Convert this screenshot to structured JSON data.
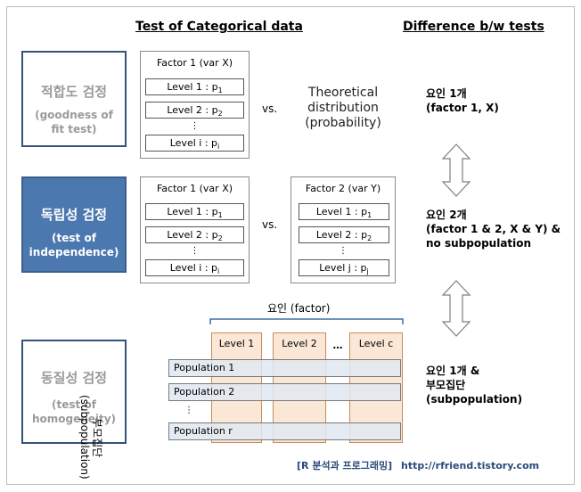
{
  "headers": {
    "left": "Test of Categorical data",
    "right": "Difference b/w tests"
  },
  "tests": [
    {
      "ko": "적합도 검정",
      "en1": "(goodness of",
      "en2": "fit test)"
    },
    {
      "ko": "독립성 검정",
      "en1": "(test of",
      "en2": "independence)"
    },
    {
      "ko": "동질성 검정",
      "en1": "(test of",
      "en2": "homogeneity)"
    }
  ],
  "gof": {
    "factor_title": "Factor 1 (var X)",
    "levels": [
      {
        "label": "Level 1 : p",
        "sub": "1"
      },
      {
        "label": "Level 2 : p",
        "sub": "2"
      },
      {
        "label": "Level i : p",
        "sub": "i"
      }
    ],
    "vs": "vs.",
    "theoretical": [
      "Theoretical",
      "distribution",
      "(probability)"
    ]
  },
  "indep": {
    "factor1_title": "Factor 1 (var X)",
    "factor1_levels": [
      {
        "label": "Level 1 : p",
        "sub": "1"
      },
      {
        "label": "Level 2 : p",
        "sub": "2"
      },
      {
        "label": "Level i : p",
        "sub": "i"
      }
    ],
    "vs": "vs.",
    "factor2_title": "Factor 2 (var Y)",
    "factor2_levels": [
      {
        "label": "Level 1 : p",
        "sub": "1"
      },
      {
        "label": "Level 2 : p",
        "sub": "2"
      },
      {
        "label": "Level j : p",
        "sub": "j"
      }
    ]
  },
  "homog": {
    "factor_label": "요인 (factor)",
    "columns": [
      "Level 1",
      "Level 2",
      "…",
      "Level c"
    ],
    "subpop_label_ko": "부모집단",
    "subpop_label_en": "(subpopulation)",
    "rows": [
      "Population 1",
      "Population 2",
      "Population r"
    ]
  },
  "differences": [
    [
      "요인 1개",
      "(factor 1, X)"
    ],
    [
      "요인 2개",
      "(factor 1 & 2, X & Y) &",
      "no subpopulation"
    ],
    [
      "요인 1개 &",
      "부모집단",
      "(subpopulation)"
    ]
  ],
  "footer": {
    "blog": "[R 분석과 프로그래밍]",
    "url": "http://rfriend.tistory.com"
  },
  "colors": {
    "accent_fill": "#4c78b0",
    "box_border": "#34527a",
    "level_column_fill": "#fbe7d6",
    "population_row_fill": "#e1e7f0"
  }
}
